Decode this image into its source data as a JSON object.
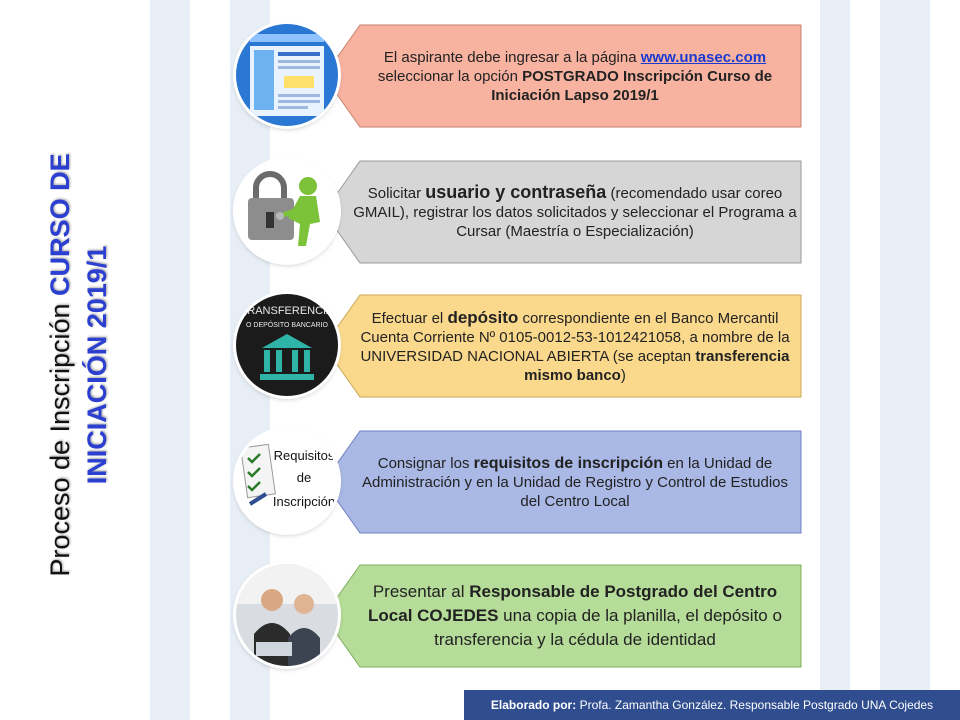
{
  "title": {
    "line1_plain": "Proceso de Inscripción ",
    "line1_highlight": "CURSO DE",
    "line2_highlight": "INICIACIÓN 2019/1"
  },
  "colors": {
    "step1": "#f7b2a0",
    "step2": "#d6d6d6",
    "step3": "#fbd98c",
    "step4": "#a9b8e4",
    "step5": "#b5dc98",
    "title_highlight": "#2b3fd1",
    "footer_bg": "#2f4d8f"
  },
  "steps": [
    {
      "icon": "website-screenshot-icon",
      "t1": "El aspirante debe ingresar a la página ",
      "link": "www.unasec.com",
      "t2": " seleccionar la opción ",
      "b1": "POSTGRADO Inscripción Curso de Iniciación Lapso 2019/1"
    },
    {
      "icon": "padlock-key-icon",
      "t1": "Solicitar ",
      "b1": "usuario y contraseña",
      "t2": " (recomendado usar coreo GMAIL), registrar los datos solicitados y seleccionar el Programa a Cursar (Maestría o Especialización)"
    },
    {
      "icon": "bank-icon",
      "icon_text1": "TRANSFERENCIA",
      "icon_text2": "O DEPÓSITO BANCARIO",
      "t1": "Efectuar el ",
      "b1": "depósito",
      "t2": " correspondiente en el Banco Mercantil Cuenta Corriente  Nº 0105-0012-53-1012421058, a nombre de la UNIVERSIDAD NACIONAL ABIERTA (se aceptan ",
      "b2": "transferencia mismo banco",
      "t3": ")"
    },
    {
      "icon": "requirements-checklist-icon",
      "icon_text1": "Requisitos",
      "icon_text2": "de",
      "icon_text3": "Inscripción",
      "t1": "Consignar los ",
      "b1": "requisitos de inscripción",
      "t2": " en la Unidad de Administración y en la Unidad de Registro y Control de Estudios del Centro Local"
    },
    {
      "icon": "office-people-icon",
      "t1": "Presentar al ",
      "b1": "Responsable de Postgrado del Centro Local  COJEDES",
      "t2": " una copia de la planilla, el depósito o transferencia y la cédula de identidad"
    }
  ],
  "footer": {
    "label": "Elaborado por:",
    "text": " Profa. Zamantha González. Responsable Postgrado UNA Cojedes"
  }
}
